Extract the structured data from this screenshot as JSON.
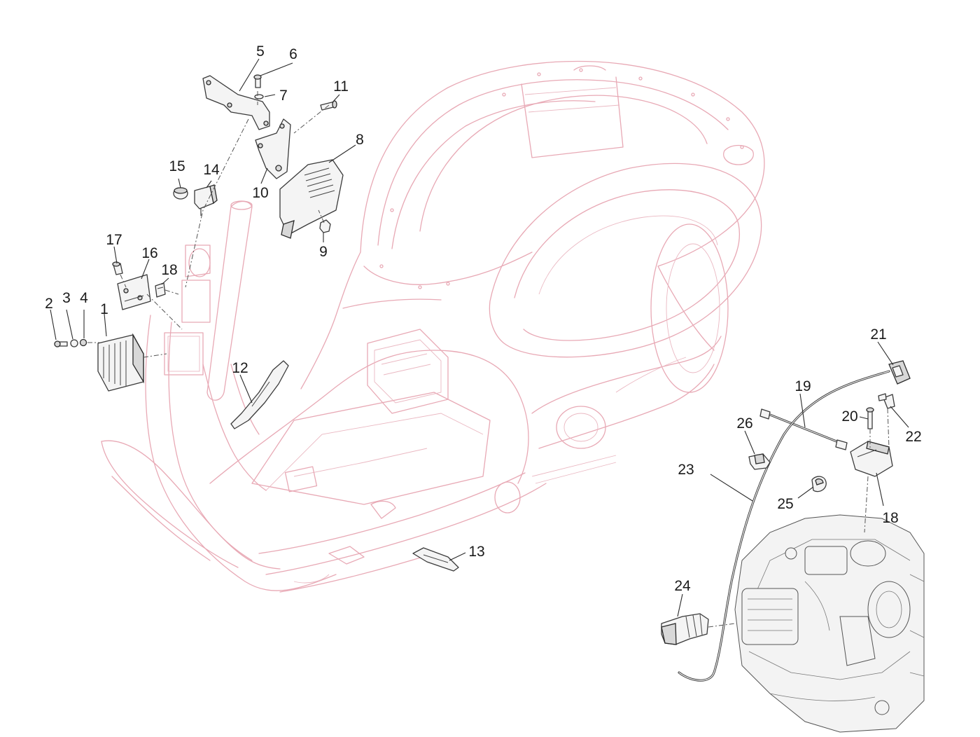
{
  "diagram": {
    "callouts": [
      "1",
      "2",
      "3",
      "4",
      "5",
      "6",
      "7",
      "8",
      "9",
      "10",
      "11",
      "12",
      "13",
      "14",
      "15",
      "16",
      "17",
      "18",
      "18",
      "19",
      "20",
      "21",
      "22",
      "23",
      "24",
      "25",
      "26"
    ]
  }
}
